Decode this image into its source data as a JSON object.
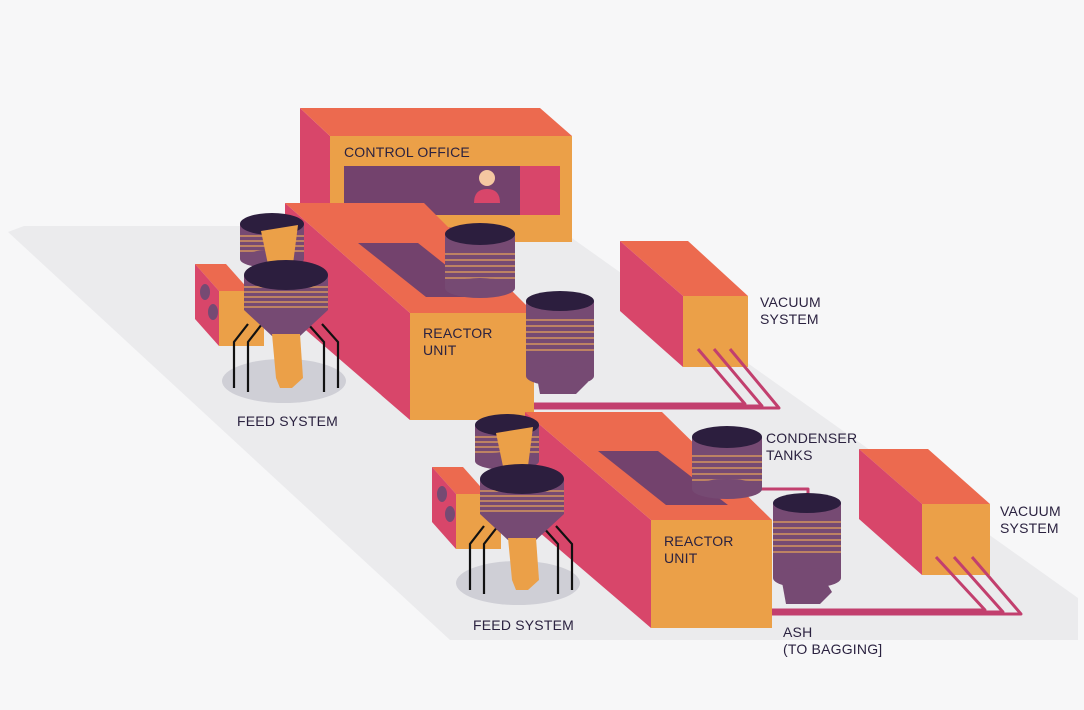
{
  "labels": {
    "control_office": "CONTROL OFFICE",
    "feed_system_1": "FEED SYSTEM",
    "reactor_unit_1": [
      "REACTOR",
      "UNIT"
    ],
    "vacuum_system_1": [
      "VACUUM",
      "SYSTEM"
    ],
    "feed_system_2": "FEED SYSTEM",
    "reactor_unit_2": [
      "REACTOR",
      "UNIT"
    ],
    "condenser_tanks": [
      "CONDENSER",
      "TANKS"
    ],
    "vacuum_system_2": [
      "VACUUM",
      "SYSTEM"
    ],
    "ash": [
      "ASH",
      "(TO BAGGING]"
    ]
  },
  "colors": {
    "background": "#f7f7f8",
    "floor": "#ebebed",
    "box_top": "#ec6a4f",
    "box_side": "#d8466a",
    "box_front": "#eba048",
    "tank_body": "#764a73",
    "tank_top": "#2c1e3e",
    "tank_ring": "#e8a35a",
    "pipe": "#c23f6e",
    "window": "#73426d",
    "person_head": "#f4c7a1",
    "person_body": "#d8466a",
    "chute": "#eba048",
    "leg": "#111111",
    "shadow": "#cfcfd6",
    "text": "#2b2240"
  }
}
